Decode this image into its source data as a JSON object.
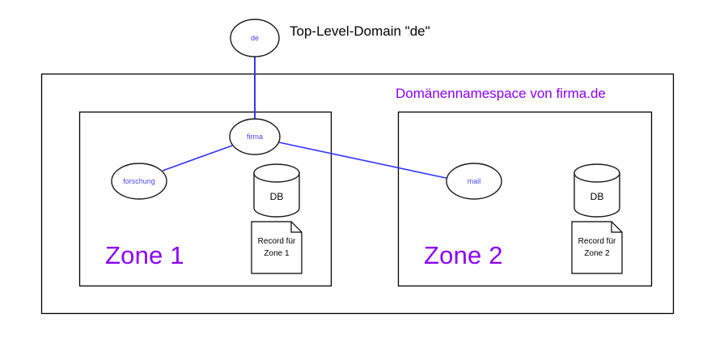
{
  "diagram": {
    "title": "Top-Level-Domain \"de\"",
    "namespace_label": "Domänennamespace von firma.de",
    "colors": {
      "node_text": "#4b45e8",
      "edge": "#3333ff",
      "zone_label": "#8b00ff",
      "shape_stroke": "#1a1a1a",
      "box_stroke": "#000000",
      "background": "#ffffff"
    },
    "nodes": {
      "de": "de",
      "firma": "firma",
      "forschung": "forschung",
      "mail": "mail"
    },
    "zone1": {
      "label": "Zone 1",
      "db_label": "DB",
      "record_line1": "Record für",
      "record_line2": "Zone 1"
    },
    "zone2": {
      "label": "Zone 2",
      "db_label": "DB",
      "record_line1": "Record für",
      "record_line2": "Zone 2"
    }
  }
}
